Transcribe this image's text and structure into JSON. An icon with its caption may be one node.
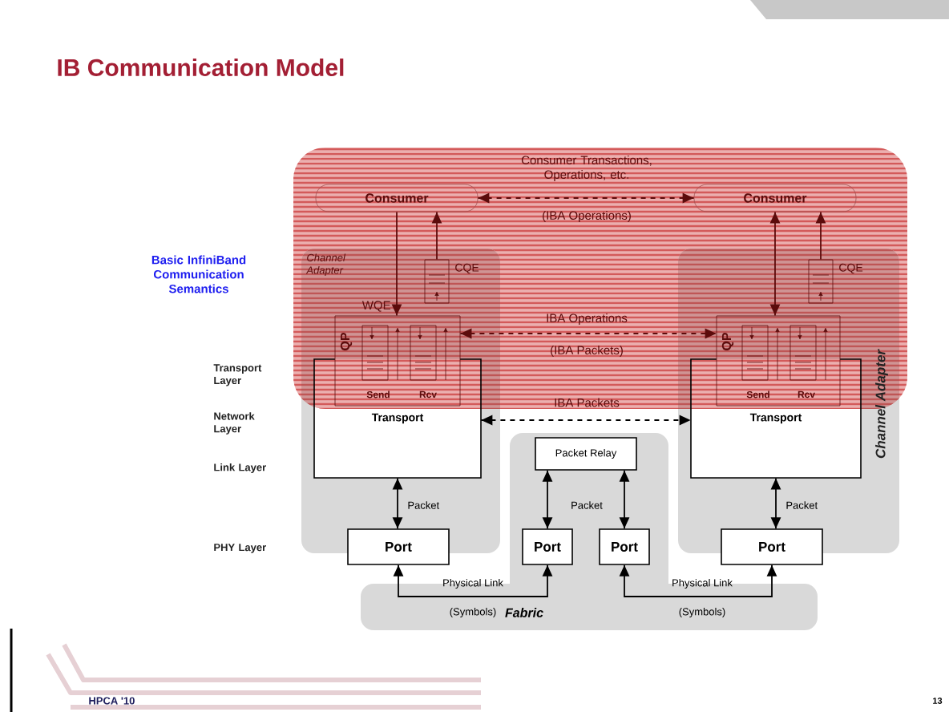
{
  "diagram": {
    "title": "IB Communication Model",
    "nodes": [
      {
        "text": [
          "Channel Adapter"
        ]
      },
      {
        "text": [
          "Consumer"
        ]
      },
      {
        "text": [],
        "shape": "box",
        "beside": [
          "CQE"
        ],
        "in": 0
      },
      {
        "text": [
          "Transport"
        ],
        "in": 0
      },
      {
        "text": [
          "QP"
        ],
        "in": 0
      },
      {
        "text": [],
        "shape": "box",
        "in": 4
      },
      {
        "text": [],
        "shape": "box",
        "in": 4
      },
      {
        "text": [
          "Channel Adapter"
        ]
      },
      {
        "text": [
          "Consumer"
        ]
      },
      {
        "text": [],
        "shape": "box",
        "beside": [
          "CQE"
        ],
        "in": 7
      },
      {
        "text": [
          "Transport"
        ],
        "in": 7
      },
      {
        "text": [
          "QP"
        ],
        "in": 7
      },
      {
        "text": [],
        "shape": "box",
        "in": 11
      },
      {
        "text": [],
        "shape": "box",
        "in": 11
      },
      {
        "text": [],
        "shape": "box"
      },
      {
        "text": [
          "Packet Relay"
        ],
        "in": 14
      },
      {
        "text": [
          "Port"
        ]
      },
      {
        "text": [
          "Port"
        ],
        "in": 14
      },
      {
        "text": [
          "Port"
        ],
        "in": 14
      },
      {
        "text": [
          "Port"
        ]
      }
    ],
    "edges": [
      {
        "from": 1,
        "to": 4,
        "arrow": "to",
        "label": "WQE",
        "color": "#5c0c0c"
      },
      {
        "from": 2,
        "to": 1,
        "arrow": "to",
        "color": "#5c0c0c"
      },
      {
        "from": 8,
        "to": 1,
        "arrow": "both",
        "style": "dashed",
        "label": "Consumer Transactions, Operations, etc.",
        "color": "#5c0c0c"
      },
      {
        "from": 8,
        "to": 11,
        "arrow": "both",
        "color": "#5c0c0c"
      },
      {
        "from": 9,
        "to": 8,
        "arrow": "to",
        "color": "#5c0c0c"
      },
      {
        "from": 4,
        "to": 11,
        "arrow": "both",
        "style": "dashed",
        "label": "IBA Operations",
        "color": "#5c0c0c"
      },
      {
        "from": 3,
        "to": 10,
        "arrow": "both",
        "style": "dashed",
        "label": "IBA Packets"
      },
      {
        "from": 3,
        "to": 16,
        "arrow": "both",
        "label": "Packet"
      },
      {
        "from": 15,
        "to": 17,
        "arrow": "both"
      },
      {
        "from": 15,
        "to": 18,
        "arrow": "both",
        "label": "Packet"
      },
      {
        "from": 10,
        "to": 19,
        "arrow": "both",
        "label": "Packet"
      },
      {
        "from": 16,
        "to": 17,
        "arrow": "both",
        "label": "Physical Link"
      },
      {
        "from": 18,
        "to": 19,
        "arrow": "both",
        "label": "Physical Link"
      }
    ],
    "labels": [
      "Basic InfiniBand Communication Semantics",
      "(IBA Operations)",
      "(IBA Packets)",
      "Send",
      "Rcv",
      "Send",
      "Rcv",
      "Transport Layer",
      "Network Layer",
      "Link Layer",
      "PHY Layer",
      "(Symbols)",
      "Fabric",
      "(Symbols)",
      "HPCA '10",
      "13"
    ]
  }
}
